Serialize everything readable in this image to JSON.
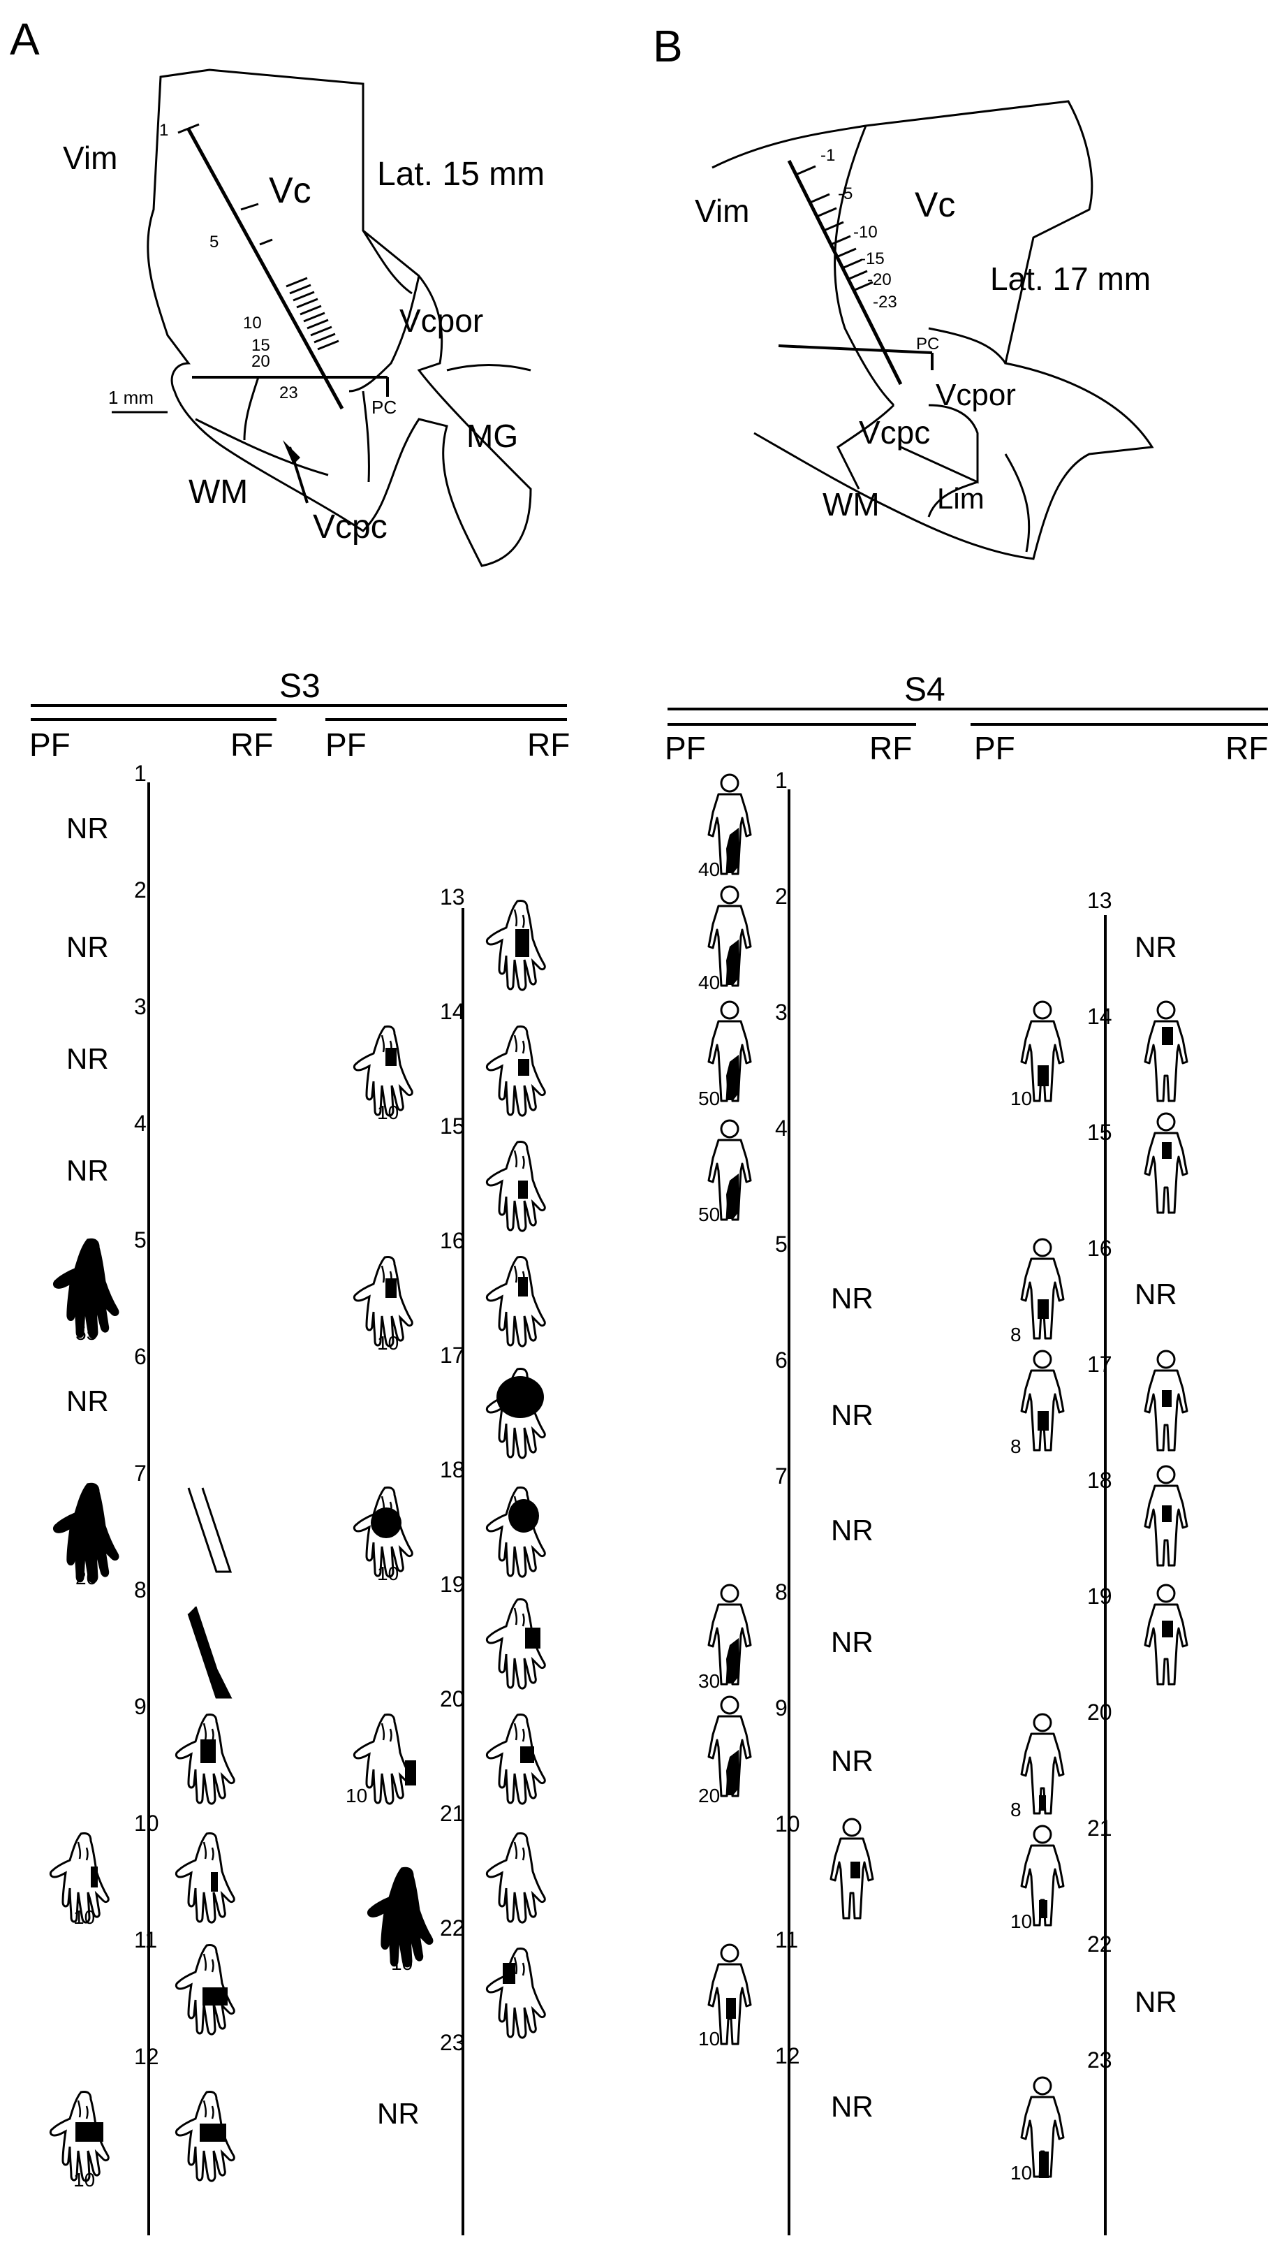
{
  "panel_a": {
    "letter": "A",
    "regions": {
      "vim": "Vim",
      "vc": "Vc",
      "vcpor": "Vcpor",
      "mg": "MG",
      "wm": "WM",
      "vcpc": "Vcpc"
    },
    "lat": "Lat. 15 mm",
    "scale": "1 mm",
    "pc": "PC",
    "tick_labels": [
      "1",
      "5",
      "10",
      "15",
      "20",
      "23"
    ]
  },
  "panel_b": {
    "letter": "B",
    "regions": {
      "vim": "Vim",
      "vc": "Vc",
      "vcpor": "Vcpor",
      "vcpc": "Vcpc",
      "wm": "WM",
      "lim": "Lim"
    },
    "lat": "Lat. 17 mm",
    "pc": "PC",
    "tick_labels": [
      "-1",
      "-5",
      "-10",
      "-15",
      "-20",
      "-23"
    ]
  },
  "s3": {
    "title": "S3",
    "pf": "PF",
    "rf": "RF",
    "nr": "NR",
    "sites_left": [
      "1",
      "2",
      "3",
      "4",
      "5",
      "6",
      "7",
      "8",
      "9",
      "10",
      "11",
      "12"
    ],
    "sites_right": [
      "13",
      "14",
      "15",
      "16",
      "17",
      "18",
      "19",
      "20",
      "21",
      "22",
      "23"
    ],
    "intensities": [
      "55",
      "20",
      "10",
      "10",
      "10",
      "10",
      "10",
      "10",
      "10"
    ]
  },
  "s4": {
    "title": "S4",
    "pf": "PF",
    "rf": "RF",
    "nr": "NR",
    "sites_left": [
      "1",
      "2",
      "3",
      "4",
      "5",
      "6",
      "7",
      "8",
      "9",
      "10",
      "11",
      "12"
    ],
    "sites_right": [
      "13",
      "14",
      "15",
      "16",
      "17",
      "18",
      "19",
      "20",
      "21",
      "22",
      "23"
    ],
    "intensities": [
      "40",
      "40",
      "50",
      "50",
      "30",
      "20",
      "10",
      "10",
      "8",
      "8",
      "8",
      "10",
      "10"
    ]
  }
}
